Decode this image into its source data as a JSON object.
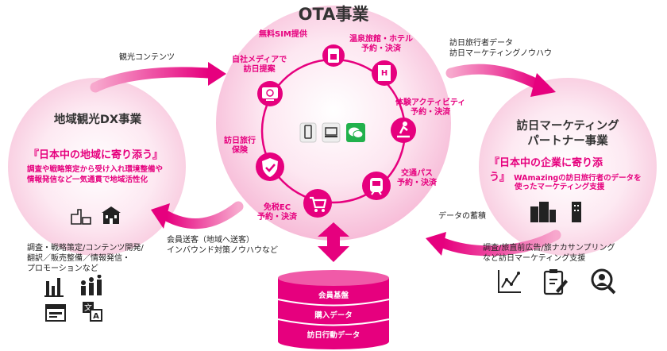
{
  "colors": {
    "accent": "#e6007e",
    "soft_pink": "#fbdcea",
    "light_pink": "#f9d3e4",
    "dark": "#222222"
  },
  "center": {
    "title": "OTA事業",
    "services": [
      {
        "lines": [
          "無料SIM提供"
        ],
        "icon": "sim-card-icon"
      },
      {
        "lines": [
          "温泉旅館・ホテル",
          "予約・決済"
        ],
        "icon": "hotel-icon"
      },
      {
        "lines": [
          "自社メディアで",
          "訪日提案"
        ],
        "icon": "web-media-icon"
      },
      {
        "lines": [
          "体験アクティビティ",
          "予約・決済"
        ],
        "icon": "activity-icon"
      },
      {
        "lines": [
          "訪日旅行",
          "保険"
        ],
        "icon": "insurance-shield-icon"
      },
      {
        "lines": [
          "交通パス",
          "予約・決済"
        ],
        "icon": "train-icon"
      },
      {
        "lines": [
          "免税EC",
          "予約・決済"
        ],
        "icon": "shopping-cart-icon"
      }
    ],
    "device_icons": [
      "smartphone-icon",
      "laptop-icon",
      "chat-app-icon"
    ]
  },
  "left": {
    "title": "地域観光DX事業",
    "slogan": "『日本中の地域に寄り添う』",
    "desc_lines": [
      "調査や戦略策定から受け入れ環境整備や",
      "情報発信など一気通貫で地域活性化"
    ],
    "icons": [
      "town-hall-icon",
      "school-building-icon"
    ]
  },
  "right": {
    "title_lines": [
      "訪日マーケティング",
      "パートナー事業"
    ],
    "slogan_top": "『日本中の企業に寄り添",
    "slogan_bottom": "う』",
    "desc_inline": "WAmazingの訪日旅行者のデータを",
    "desc_line2": "使ったマーケティング支援",
    "icons": [
      "office-buildings-icon",
      "tower-building-icon"
    ]
  },
  "labels": {
    "top_left_arrow": "観光コンテンツ",
    "top_right_arrow_lines": [
      "訪日旅行者データ",
      "訪日マーケティングノウハウ"
    ],
    "bottom_right_arrow": "データの蓄積",
    "bottom_left_arrow_lines": [
      "会員送客（地域へ送客）",
      "インバウンド対策ノウハウなど"
    ]
  },
  "left_bottom": {
    "note_lines": [
      "調査・戦略策定/コンテンツ開発/",
      "翻訳／販売整備／情報発信・",
      "プロモーションなど"
    ],
    "icons": [
      "bar-chart-icon",
      "people-growth-icon",
      "web-browser-icon",
      "translate-icon"
    ]
  },
  "right_bottom": {
    "note_lines": [
      "調査/旅直前広告/旅ナカサンプリング",
      "など訪日マーケティング支援"
    ],
    "icons": [
      "line-chart-icon",
      "clipboard-edit-icon",
      "user-search-icon"
    ]
  },
  "database": {
    "layers": [
      "会員基盤",
      "購入データ",
      "訪日行動データ"
    ]
  }
}
